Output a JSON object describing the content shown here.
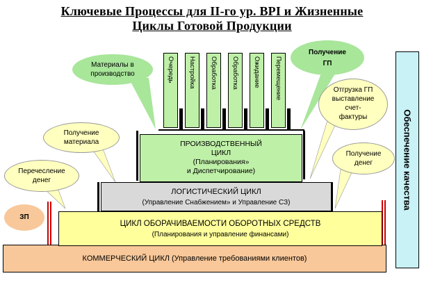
{
  "title": {
    "line1": "Ключевые Процессы для II-го ур. BPI  и Жизненные",
    "line2": "Циклы Готовой Продукции"
  },
  "activities": [
    "Очередь",
    "Настройка",
    "Обработка",
    "Обработка",
    "Ожидание",
    "Перемещение"
  ],
  "production": {
    "line1": "ПРОИЗВОДСТВЕННЫЙ",
    "line2": "ЦИКЛ",
    "line3": "(Планирования»",
    "line4": "и Диспетчирование)"
  },
  "logistics": {
    "line1": "ЛОГИСТИЧЕСКИЙ ЦИКЛ",
    "line2": "(Управление Снабжением» и Управление СЗ)"
  },
  "turnover": {
    "line1": "ЦИКЛ ОБОРАЧИВАЕМОСТИ ОБОРОТНЫХ СРЕДСТВ",
    "line2": "(Планирования  и управление финансами)"
  },
  "commercial": {
    "label": "КОММЕРЧЕСКИЙ ЦИКЛ (Управление требованиями клиентов)"
  },
  "quality": {
    "label": "Обеспечение качества"
  },
  "callouts": {
    "materials": {
      "line1": "Материалы в",
      "line2": "производство"
    },
    "get_fp": {
      "line1": "Получение",
      "line2": "ГП"
    },
    "shipment": {
      "line1": "Отгрузка ГП",
      "line2": "выставление",
      "line3": "счет-",
      "line4": "фактуры"
    },
    "get_material": {
      "line1": "Получение",
      "line2": "материала"
    },
    "transfer": {
      "line1": "Перечесление",
      "line2": "денег"
    },
    "get_money": {
      "line1": "Получение",
      "line2": "денег"
    },
    "salary": {
      "label": "ЗП"
    }
  },
  "colors": {
    "production": "#bff0a8",
    "logistics": "#d9d9d9",
    "turnover": "#ffff9c",
    "commercial": "#f8c89a",
    "quality": "#c9f2f7",
    "callout_green": "#a8e69a",
    "callout_yellow": "#ffffbf",
    "callout_peach": "#f8c89a"
  }
}
